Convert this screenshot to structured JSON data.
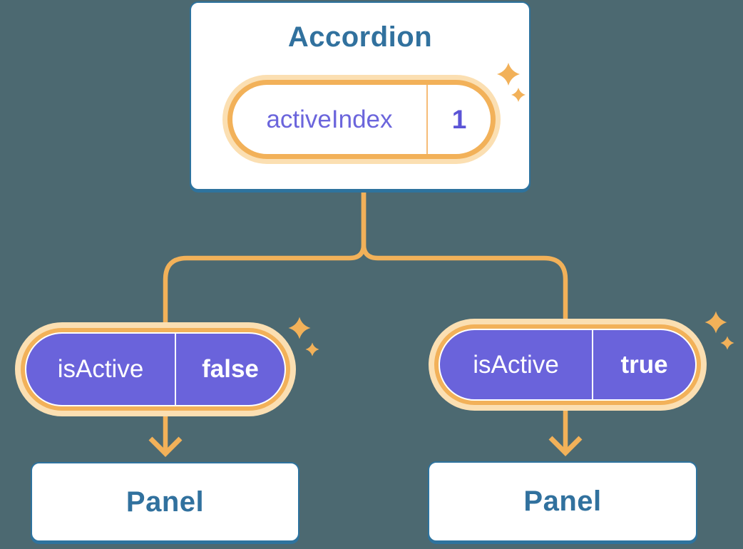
{
  "palette": {
    "background": "#4C6971",
    "box-border-blue": "#2E739E",
    "heading-blue": "#31719E",
    "orange": "#F2B159",
    "orange-glow": "#FBDFB2",
    "pill-divider-orange": "#F6BC77",
    "purple-fill": "#6A63DB",
    "purple-text": "#6B65DC",
    "purple-value": "#5B54D6"
  },
  "icons": {
    "sparkle": "four-point-star ✦"
  },
  "diagram": {
    "accordion": {
      "title": "Accordion",
      "state": {
        "name": "activeIndex",
        "value": "1"
      }
    },
    "branches": [
      {
        "prop": {
          "name": "isActive",
          "value": "false"
        },
        "panel": {
          "title": "Panel"
        }
      },
      {
        "prop": {
          "name": "isActive",
          "value": "true"
        },
        "panel": {
          "title": "Panel"
        }
      }
    ]
  }
}
